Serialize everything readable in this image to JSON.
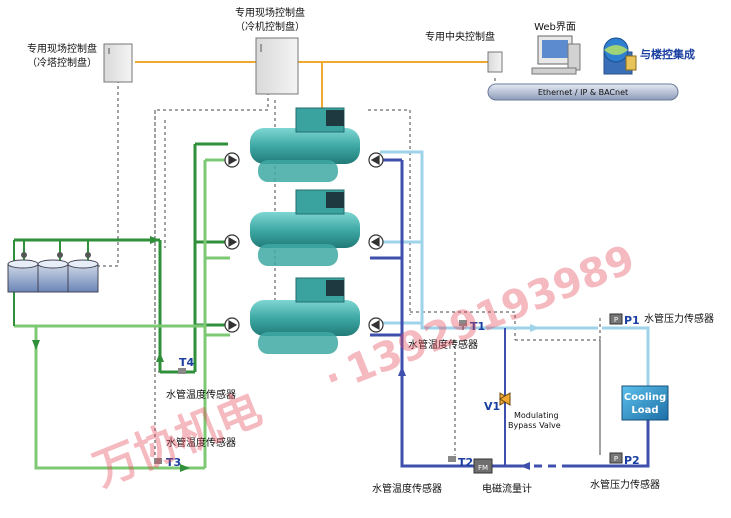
{
  "labels": {
    "tower_panel_line1": "专用现场控制盘",
    "tower_panel_line2": "（冷塔控制盘）",
    "chiller_panel_line1": "专用现场控制盘",
    "chiller_panel_line2": "（冷机控制盘）",
    "central_panel": "专用中央控制盘",
    "web_ui": "Web界面",
    "bms_integration": "与楼控集成",
    "network_bus": "Ethernet / IP & BACnet",
    "water_temp_sensor_t1": "水管温度传感器",
    "water_temp_sensor_t4": "水管温度传感器",
    "water_temp_sensor_t3": "水管温度传感器",
    "water_temp_sensor_t2": "水管温度传感器",
    "flow_meter": "电磁流量计",
    "pressure_sensor_p1": "水管压力传感器",
    "pressure_sensor_p2": "水管压力传感器",
    "bypass_valve_line1": "Modulating",
    "bypass_valve_line2": "Bypass Valve",
    "cooling_load_line1": "Cooling",
    "cooling_load_line2": "Load",
    "fm_badge": "FM",
    "p_badge": "P"
  },
  "tags": {
    "t1": "T1",
    "t2": "T2",
    "t3": "T3",
    "t4": "T4",
    "p1": "P1",
    "p2": "P2",
    "v1": "V1"
  },
  "watermark": {
    "text_cn": "万协机电",
    "text_num": "13929193989",
    "separator": "·"
  },
  "colors": {
    "control_line": "#f0a830",
    "condenser_water": "#7cc873",
    "condenser_dark": "#2f8f3a",
    "chilled_supply": "#9fd3ea",
    "chilled_return": "#3e4fae",
    "chiller_body": "#4fb3b0",
    "cooling_load": "#2f93c9"
  }
}
